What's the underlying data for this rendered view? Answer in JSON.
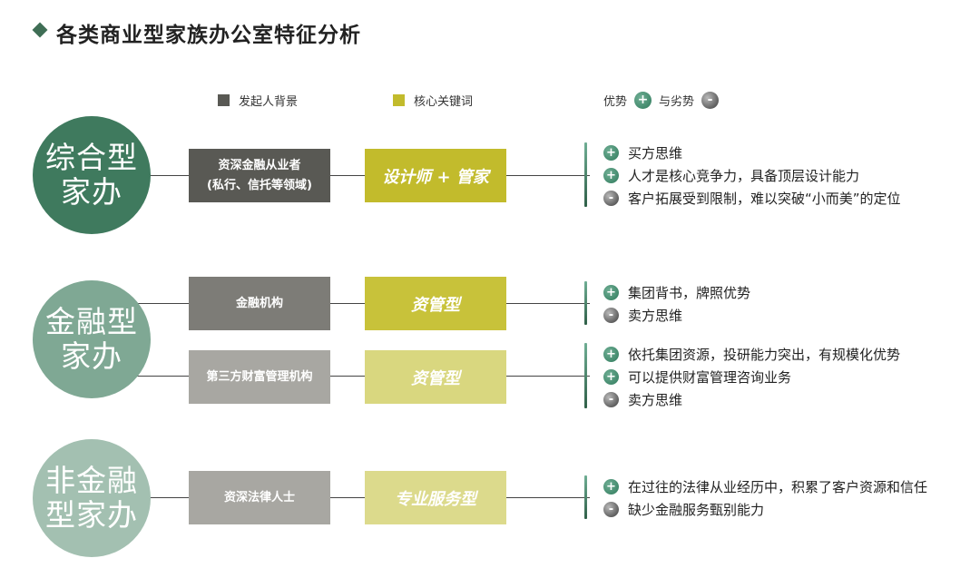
{
  "title": "各类商业型家族办公室特征分析",
  "legend": {
    "founder_bg": "发起人背景",
    "keyword": "核心关键词",
    "advantage": "优势",
    "and_disadvantage": "与劣势",
    "plus_symbol": "+",
    "minus_symbol": "-"
  },
  "colors": {
    "accent_dark": "#3f6e55",
    "founder_dark": "#595954",
    "founder_mid": "#7d7c77",
    "founder_light": "#a8a7a2",
    "kw_dark": "#c2bb2c",
    "kw_light": "#d9d77f",
    "circle_1": "#3f7a5e",
    "circle_2": "#7fa894",
    "circle_3": "#a3c0b1"
  },
  "groups": [
    {
      "circle_line1": "综合型",
      "circle_line2": "家办",
      "rows": [
        {
          "founder_line1": "资深金融从业者",
          "founder_line2": "(私行、信托等领域)",
          "keyword": "设计师 + 管家",
          "features": [
            {
              "type": "plus",
              "text": "买方思维"
            },
            {
              "type": "plus",
              "text": "人才是核心竞争力，具备顶层设计能力"
            },
            {
              "type": "minus",
              "text": "客户拓展受到限制，难以突破“小而美”的定位"
            }
          ]
        }
      ]
    },
    {
      "circle_line1": "金融型",
      "circle_line2": "家办",
      "rows": [
        {
          "founder_line1": "金融机构",
          "keyword": "资管型",
          "features": [
            {
              "type": "plus",
              "text": "集团背书，牌照优势"
            },
            {
              "type": "minus",
              "text": "卖方思维"
            }
          ]
        },
        {
          "founder_line1": "第三方财富管理机构",
          "keyword": "资管型",
          "features": [
            {
              "type": "plus",
              "text": "依托集团资源，投研能力突出，有规模化优势"
            },
            {
              "type": "plus",
              "text": "可以提供财富管理咨询业务"
            },
            {
              "type": "minus",
              "text": "卖方思维"
            }
          ]
        }
      ]
    },
    {
      "circle_line1": "非金融",
      "circle_line2": "型家办",
      "rows": [
        {
          "founder_line1": "资深法律人士",
          "keyword": "专业服务型",
          "features": [
            {
              "type": "plus",
              "text": "在过往的法律从业经历中，积累了客户资源和信任"
            },
            {
              "type": "minus",
              "text": "缺少金融服务甄别能力"
            }
          ]
        }
      ]
    }
  ]
}
